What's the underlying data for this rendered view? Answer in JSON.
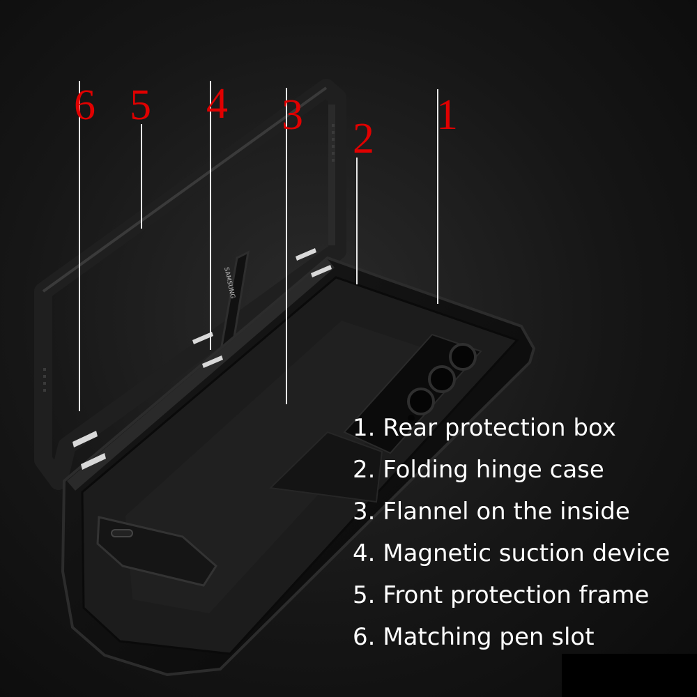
{
  "callouts": [
    "6",
    "5",
    "4",
    "3",
    "2",
    "1"
  ],
  "features": [
    "1. Rear protection box",
    "2. Folding hinge case",
    "3. Flannel on the inside",
    "4. Magnetic suction device",
    "5. Front protection frame",
    "6. Matching pen slot"
  ],
  "pen_brand": "SAMSUNG",
  "colors": {
    "callout_red": "#e00000",
    "text": "#ffffff",
    "case_black": "#0e0e0e",
    "flannel": "#1d1d1d"
  }
}
